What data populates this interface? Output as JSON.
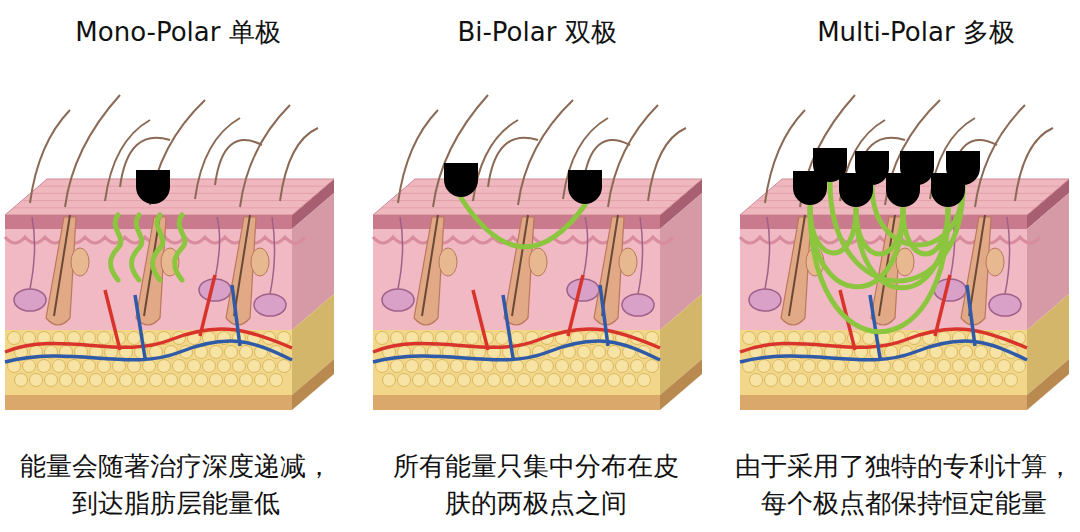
{
  "diagram": {
    "labels": [
      "Mono-Polar 单极",
      "Bi-Polar 双极",
      "Multi-Polar 多极",
      "能量会随著治疗深度递减， 到达脂肪层能量低",
      "所有能量只集中分布在皮 肤的两极点之间",
      "由于采用了独特的专利计算， 每个极点都保持恒定能量"
    ]
  }
}
